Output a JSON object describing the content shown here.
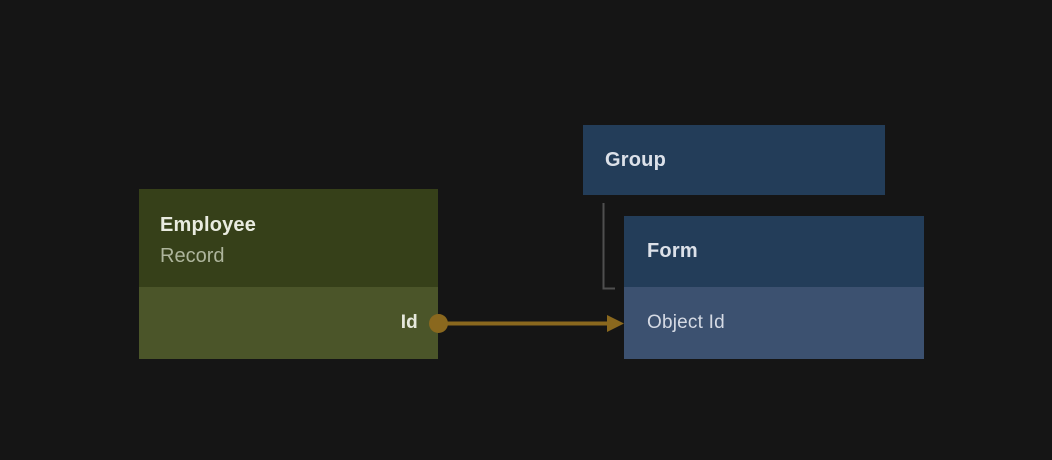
{
  "canvas": {
    "background": "#151515"
  },
  "nodes": {
    "employee": {
      "title": "Employee",
      "subtitle": "Record",
      "header_color": "#364019",
      "row_color": "#4b5529",
      "title_color": "#e9ebe0",
      "subtitle_color": "#aeb59c",
      "fields": [
        {
          "label": "Id",
          "align": "right",
          "label_color": "#e6e8dc"
        }
      ]
    },
    "group": {
      "title": "Group",
      "header_color": "#233d59",
      "title_color": "#dce1e9",
      "fields": []
    },
    "form": {
      "title": "Form",
      "header_color": "#233d59",
      "row_color": "#3c5170",
      "title_color": "#dce1e9",
      "fields": [
        {
          "label": "Object Id",
          "align": "left",
          "label_color": "#d5dae4"
        }
      ]
    }
  },
  "connections": {
    "relationship": {
      "from": "Employee.Id",
      "to": "Form.Object Id",
      "color": "#8a681e",
      "style": "arrow-with-origin-dot"
    },
    "hierarchy": {
      "from": "Group",
      "to": "Form",
      "color": "#4f4f4f",
      "style": "elbow"
    }
  }
}
